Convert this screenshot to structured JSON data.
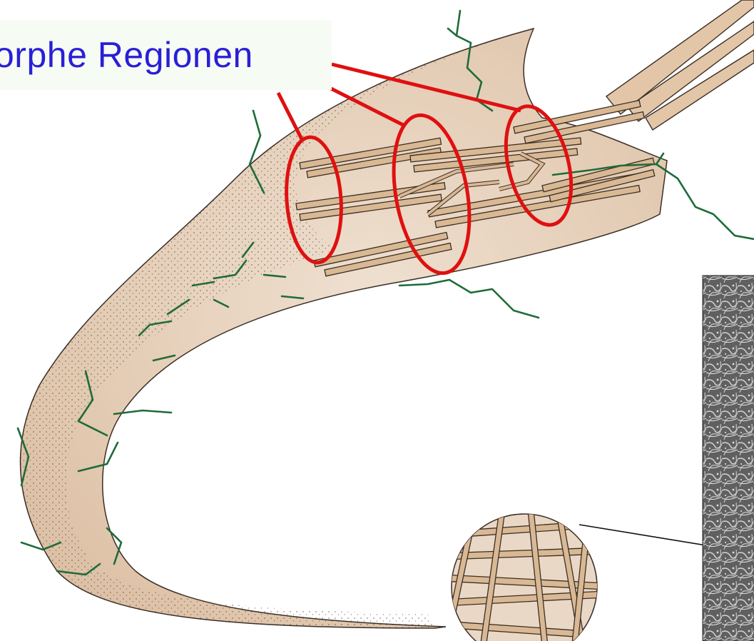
{
  "labels": {
    "amorphous_regions": "orphe Regionen"
  },
  "colors": {
    "fiber_fill": "#e8d3bf",
    "fiber_shadow": "#c8a684",
    "outline": "#3a2e25",
    "callout": "#e01010",
    "side_chain": "#1f6b3a",
    "label_text": "#2a1fd6",
    "label_bg": "#f6fbf4"
  },
  "icons": {
    "sem_image": "scanning-electron-micrograph",
    "magnified_view": "magnified-fiber-mesh"
  }
}
